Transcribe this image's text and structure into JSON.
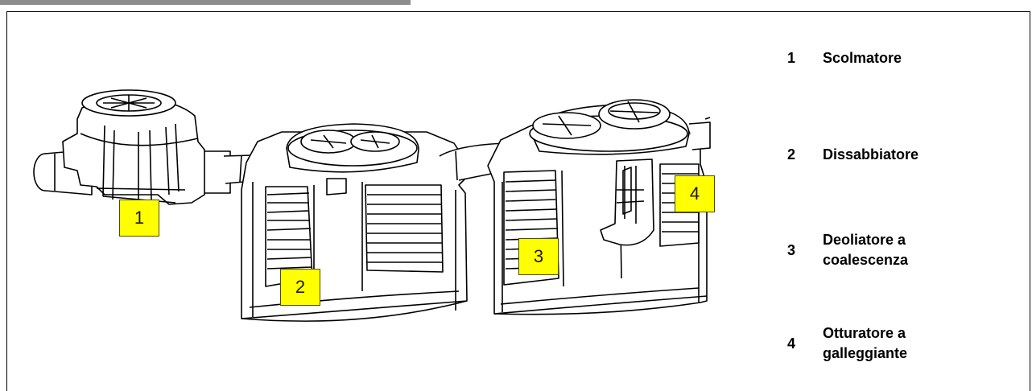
{
  "legend": [
    {
      "number": "1",
      "label": "Scolmatore"
    },
    {
      "number": "2",
      "label": "Dissabbiatore"
    },
    {
      "number": "3",
      "label": "Deoliatore a coalescenza"
    },
    {
      "number": "4",
      "label": "Otturatore a galleggiante"
    }
  ],
  "tags": [
    "1",
    "2",
    "3",
    "4"
  ],
  "colors": {
    "tag_fill": "#ffff00",
    "line": "#000000"
  }
}
